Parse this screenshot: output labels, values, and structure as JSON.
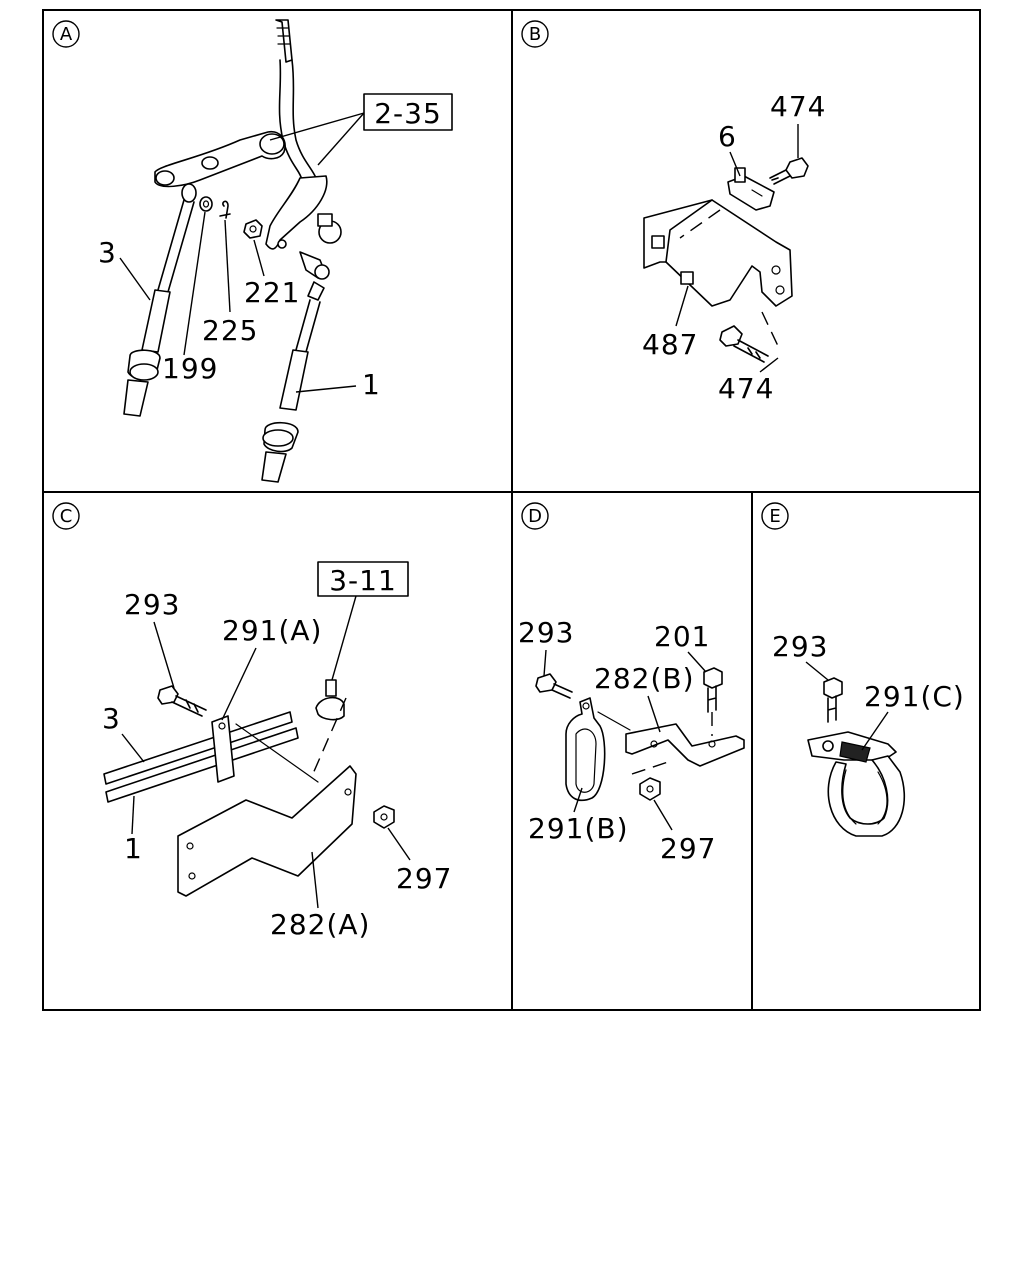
{
  "panels": {
    "a": {
      "letter": "A",
      "ref_box": "2-35",
      "labels": {
        "p3": "3",
        "p199": "199",
        "p225": "225",
        "p221": "221",
        "p1": "1"
      }
    },
    "b": {
      "letter": "B",
      "labels": {
        "p6": "6",
        "p474_top": "474",
        "p487": "487",
        "p474_bottom": "474"
      }
    },
    "c": {
      "letter": "C",
      "ref_box": "3-11",
      "labels": {
        "p293": "293",
        "p291a": "291(A)",
        "p3": "3",
        "p1": "1",
        "p297": "297",
        "p282a": "282(A)"
      }
    },
    "d": {
      "letter": "D",
      "labels": {
        "p293": "293",
        "p201": "201",
        "p282b": "282(B)",
        "p291b": "291(B)",
        "p297": "297"
      }
    },
    "e": {
      "letter": "E",
      "labels": {
        "p293": "293",
        "p291c": "291(C)"
      }
    }
  }
}
